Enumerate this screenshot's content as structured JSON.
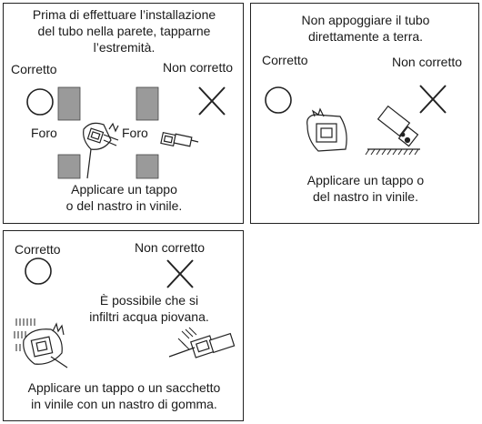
{
  "panels": [
    {
      "title_lines": [
        "Prima di effettuare l’installazione",
        "del tubo nella parete, tapparne",
        "l’estremità."
      ],
      "correct_label": "Corretto",
      "incorrect_label": "Non corretto",
      "hole_label_left": "Foro",
      "hole_label_right": "Foro",
      "caption_lines": [
        "Applicare un tappo",
        "o del nastro in vinile."
      ]
    },
    {
      "title_lines": [
        "Non appoggiare il tubo",
        "direttamente a terra."
      ],
      "correct_label": "Corretto",
      "incorrect_label": "Non corretto",
      "caption_lines": [
        "Applicare un tappo o",
        "del nastro in vinile."
      ]
    },
    {
      "correct_label": "Corretto",
      "incorrect_label": "Non corretto",
      "warning_lines": [
        "È possibile che si",
        "infiltri acqua piovana."
      ],
      "caption_lines": [
        "Applicare un tappo o un sacchetto",
        "in vinile con un nastro di gomma."
      ]
    }
  ]
}
